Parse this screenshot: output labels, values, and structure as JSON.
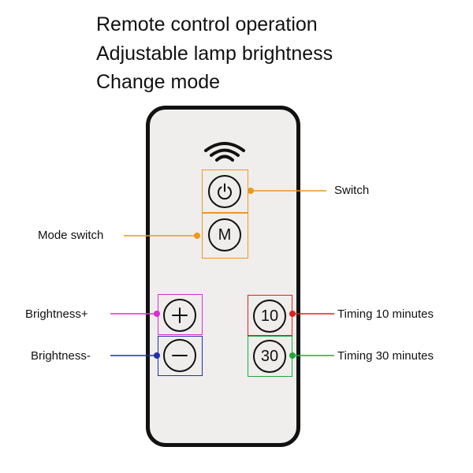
{
  "headlines": [
    "Remote control operation",
    "Adjustable lamp brightness",
    "Change mode"
  ],
  "remote": {
    "buttons": {
      "power": {
        "icon": "power-icon"
      },
      "mode": {
        "text": "M"
      },
      "brightness_up": {
        "icon": "plus-icon"
      },
      "brightness_down": {
        "icon": "minus-icon"
      },
      "timer_10": {
        "text": "10"
      },
      "timer_30": {
        "text": "30"
      }
    },
    "signal_icon": "wifi-signal-icon"
  },
  "callouts": {
    "switch": {
      "label": "Switch",
      "color": "#f0961e"
    },
    "mode_switch": {
      "label": "Mode switch",
      "color": "#f0961e"
    },
    "brightness_plus": {
      "label": "Brightness+",
      "color": "#e02ad6"
    },
    "brightness_minus": {
      "label": "Brightness-",
      "color": "#1f2fb8"
    },
    "timing_10": {
      "label": "Timing 10 minutes",
      "color": "#e01f1f"
    },
    "timing_30": {
      "label": "Timing 30 minutes",
      "color": "#1fa83a"
    }
  }
}
